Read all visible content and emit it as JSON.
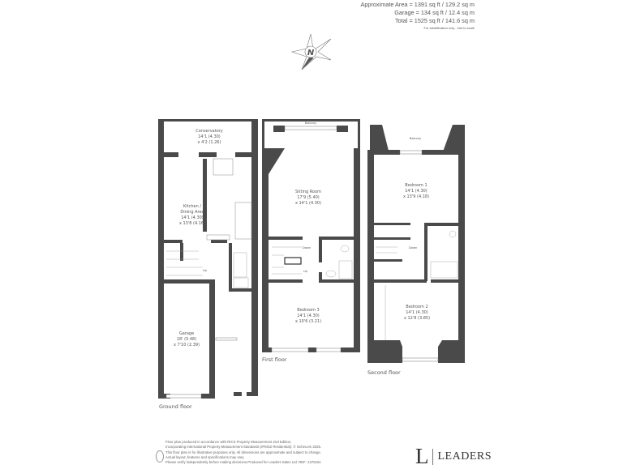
{
  "areas": {
    "approximate": "Approximate Area = 1391 sq ft / 129.2 sq m",
    "garage": "Garage = 134 sq ft / 12.4 sq m",
    "total": "Total = 1525 sq ft / 141.6 sq m",
    "note": "For identification only - Not to scale"
  },
  "compass": {
    "letter": "N",
    "icon": "compass-icon"
  },
  "ground_floor": {
    "label": "Ground floor",
    "conservatory": {
      "name": "Conservatory",
      "dim1": "14'1 (4.30)",
      "dim2": "x 4'2 (1.26)"
    },
    "kitchen": {
      "name1": "Kitchen /",
      "name2": "Dining Area",
      "dim1": "14'1 (4.30)",
      "dim2": "x 13'8 (4.16)"
    },
    "garage": {
      "name": "Garage",
      "dim1": "18' (5.48)",
      "dim2": "x 7'10 (2.39)"
    },
    "stairs": "Up"
  },
  "first_floor": {
    "label": "First floor",
    "balcony": "Balcony",
    "sitting": {
      "name": "Sitting Room",
      "dim1": "17'9 (5.40)",
      "dim2": "x 14'1 (4.30)"
    },
    "bedroom3": {
      "name": "Bedroom 3",
      "dim1": "14'1 (4.30)",
      "dim2": "x 10'6 (3.21)"
    },
    "down": "Down",
    "up": "Up"
  },
  "second_floor": {
    "label": "Second floor",
    "balcony": "Balcony",
    "bedroom1": {
      "name": "Bedroom 1",
      "dim1": "14'1 (4.30)",
      "dim2": "x 13'9 (4.18)"
    },
    "bedroom2": {
      "name": "Bedroom 2",
      "dim1": "14'1 (4.30)",
      "dim2": "x 12'8 (3.85)"
    },
    "down": "Down"
  },
  "footer": {
    "line1": "Floor plan produced in accordance with RICS Property Measurement 2nd Edition,",
    "line2": "Incorporating International Property Measurement Standards (IPMS2 Residential).  © nichecom 2025.",
    "line3": "This floor plan is for illustrative purposes only. All dimensions are approximate and subject to change.",
    "line4": "Actual layout, features and specifications may vary.",
    "line5": "Please verify independently before making decisions.Produced for Leaders Sales Ltd.   REF: 1375161"
  },
  "logo": {
    "letter": "L",
    "name": "LEADERS"
  },
  "colors": {
    "wall": "#4a4a4a",
    "text": "#555555"
  }
}
